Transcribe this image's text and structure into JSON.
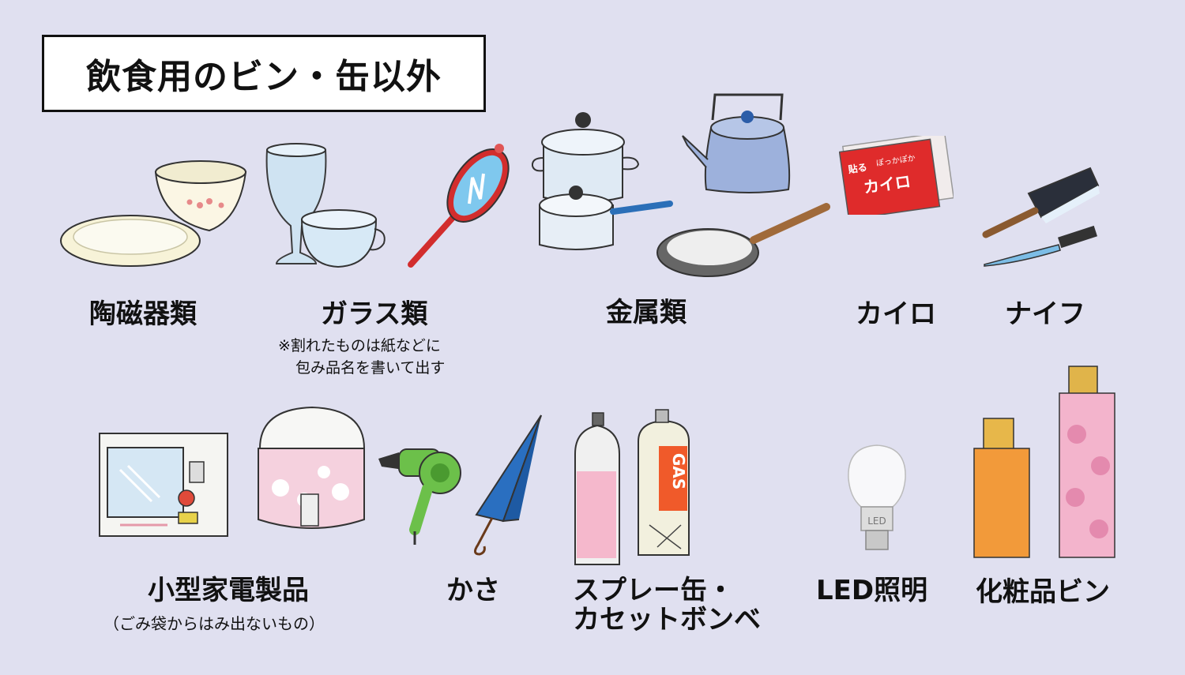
{
  "title": "飲食用のビン・缶以外",
  "categories": {
    "ceramics": {
      "label": "陶磁器類",
      "icon": "ceramic-dishes-icon"
    },
    "glass": {
      "label": "ガラス類",
      "note_line1": "※割れたものは紙などに",
      "note_line2": "包み品名を書いて出す",
      "icon": "glassware-icon"
    },
    "metal": {
      "label": "金属類",
      "icon": "metal-cookware-icon"
    },
    "kairo": {
      "label": "カイロ",
      "icon": "hand-warmer-icon",
      "pack_text_top": "貼る",
      "pack_text_mid": "ぽっかぽか",
      "pack_text_main": "カイロ"
    },
    "knife": {
      "label": "ナイフ",
      "icon": "knife-icon"
    },
    "appliances": {
      "label": "小型家電製品",
      "note": "（ごみ袋からはみ出ないもの）",
      "icon": "small-appliances-icon"
    },
    "umbrella": {
      "label": "かさ",
      "icon": "umbrella-icon"
    },
    "spray": {
      "label_line1": "スプレー缶・",
      "label_line2": "カセットボンベ",
      "icon": "spray-can-icon",
      "can_text": "GAS"
    },
    "led": {
      "label": "LED照明",
      "icon": "led-bulb-icon",
      "bulb_text": "LED"
    },
    "cosmetics": {
      "label": "化粧品ビン",
      "icon": "cosmetic-bottle-icon"
    }
  },
  "colors": {
    "background": "#e0e0f0",
    "title_bg": "#ffffff",
    "text": "#111111",
    "kairo_red": "#e02a2a",
    "umbrella_blue": "#2a6fc0",
    "gas_orange": "#f05a2a",
    "pink": "#f5b8cc"
  }
}
